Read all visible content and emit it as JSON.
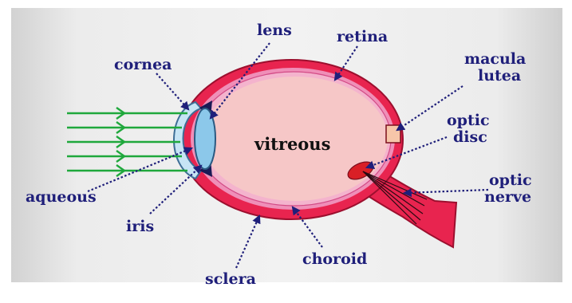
{
  "diagram": {
    "labels": {
      "lens": "lens",
      "retina": "retina",
      "cornea": "cornea",
      "macula": [
        "macula",
        "lutea"
      ],
      "optic_disc": [
        "optic",
        "disc"
      ],
      "vitreous": "vitreous",
      "optic_nerve": [
        "optic",
        "nerve"
      ],
      "aqueous": "aqueous",
      "iris": "iris",
      "sclera": "sclera",
      "choroid": "choroid"
    },
    "colors": {
      "background": "#e6e6e6",
      "sclera": "#e8244f",
      "choroid": "#ef8fb8",
      "retina_band": "#f4b3cd",
      "vitreous": "#f6c7c7",
      "lens": "#8cc8ea",
      "cornea": "#c6e4f5",
      "light_rays": "#1fa83c",
      "labels": "#1f1f7a",
      "optic_disc": "#d91f26"
    }
  }
}
